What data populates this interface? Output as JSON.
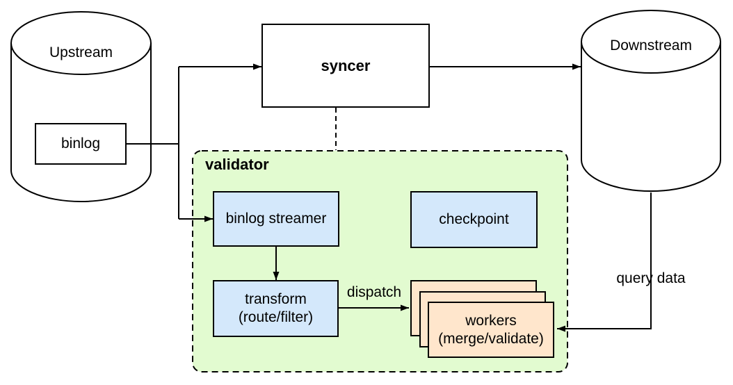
{
  "colors": {
    "background": "#ffffff",
    "stroke_color": "#000000",
    "validator_fill": "#e2fbd0",
    "component_fill": "#d4e8fb",
    "workers_fill": "#ffe6cc"
  },
  "nodes": {
    "upstream": {
      "label": "Upstream",
      "type": "database"
    },
    "binlog": {
      "label": "binlog"
    },
    "syncer": {
      "label": "syncer"
    },
    "downstream": {
      "label": "Downstream",
      "type": "database"
    },
    "validator": {
      "label": "validator"
    },
    "binlog_streamer": {
      "label": "binlog streamer"
    },
    "checkpoint": {
      "label": "checkpoint"
    },
    "transform": {
      "line1": "transform",
      "line2": "(route/filter)"
    },
    "workers": {
      "line1": "workers",
      "line2": "(merge/validate)",
      "stack_count": 3
    }
  },
  "edges": {
    "dispatch_label": "dispatch",
    "query_data_label": "query data"
  }
}
